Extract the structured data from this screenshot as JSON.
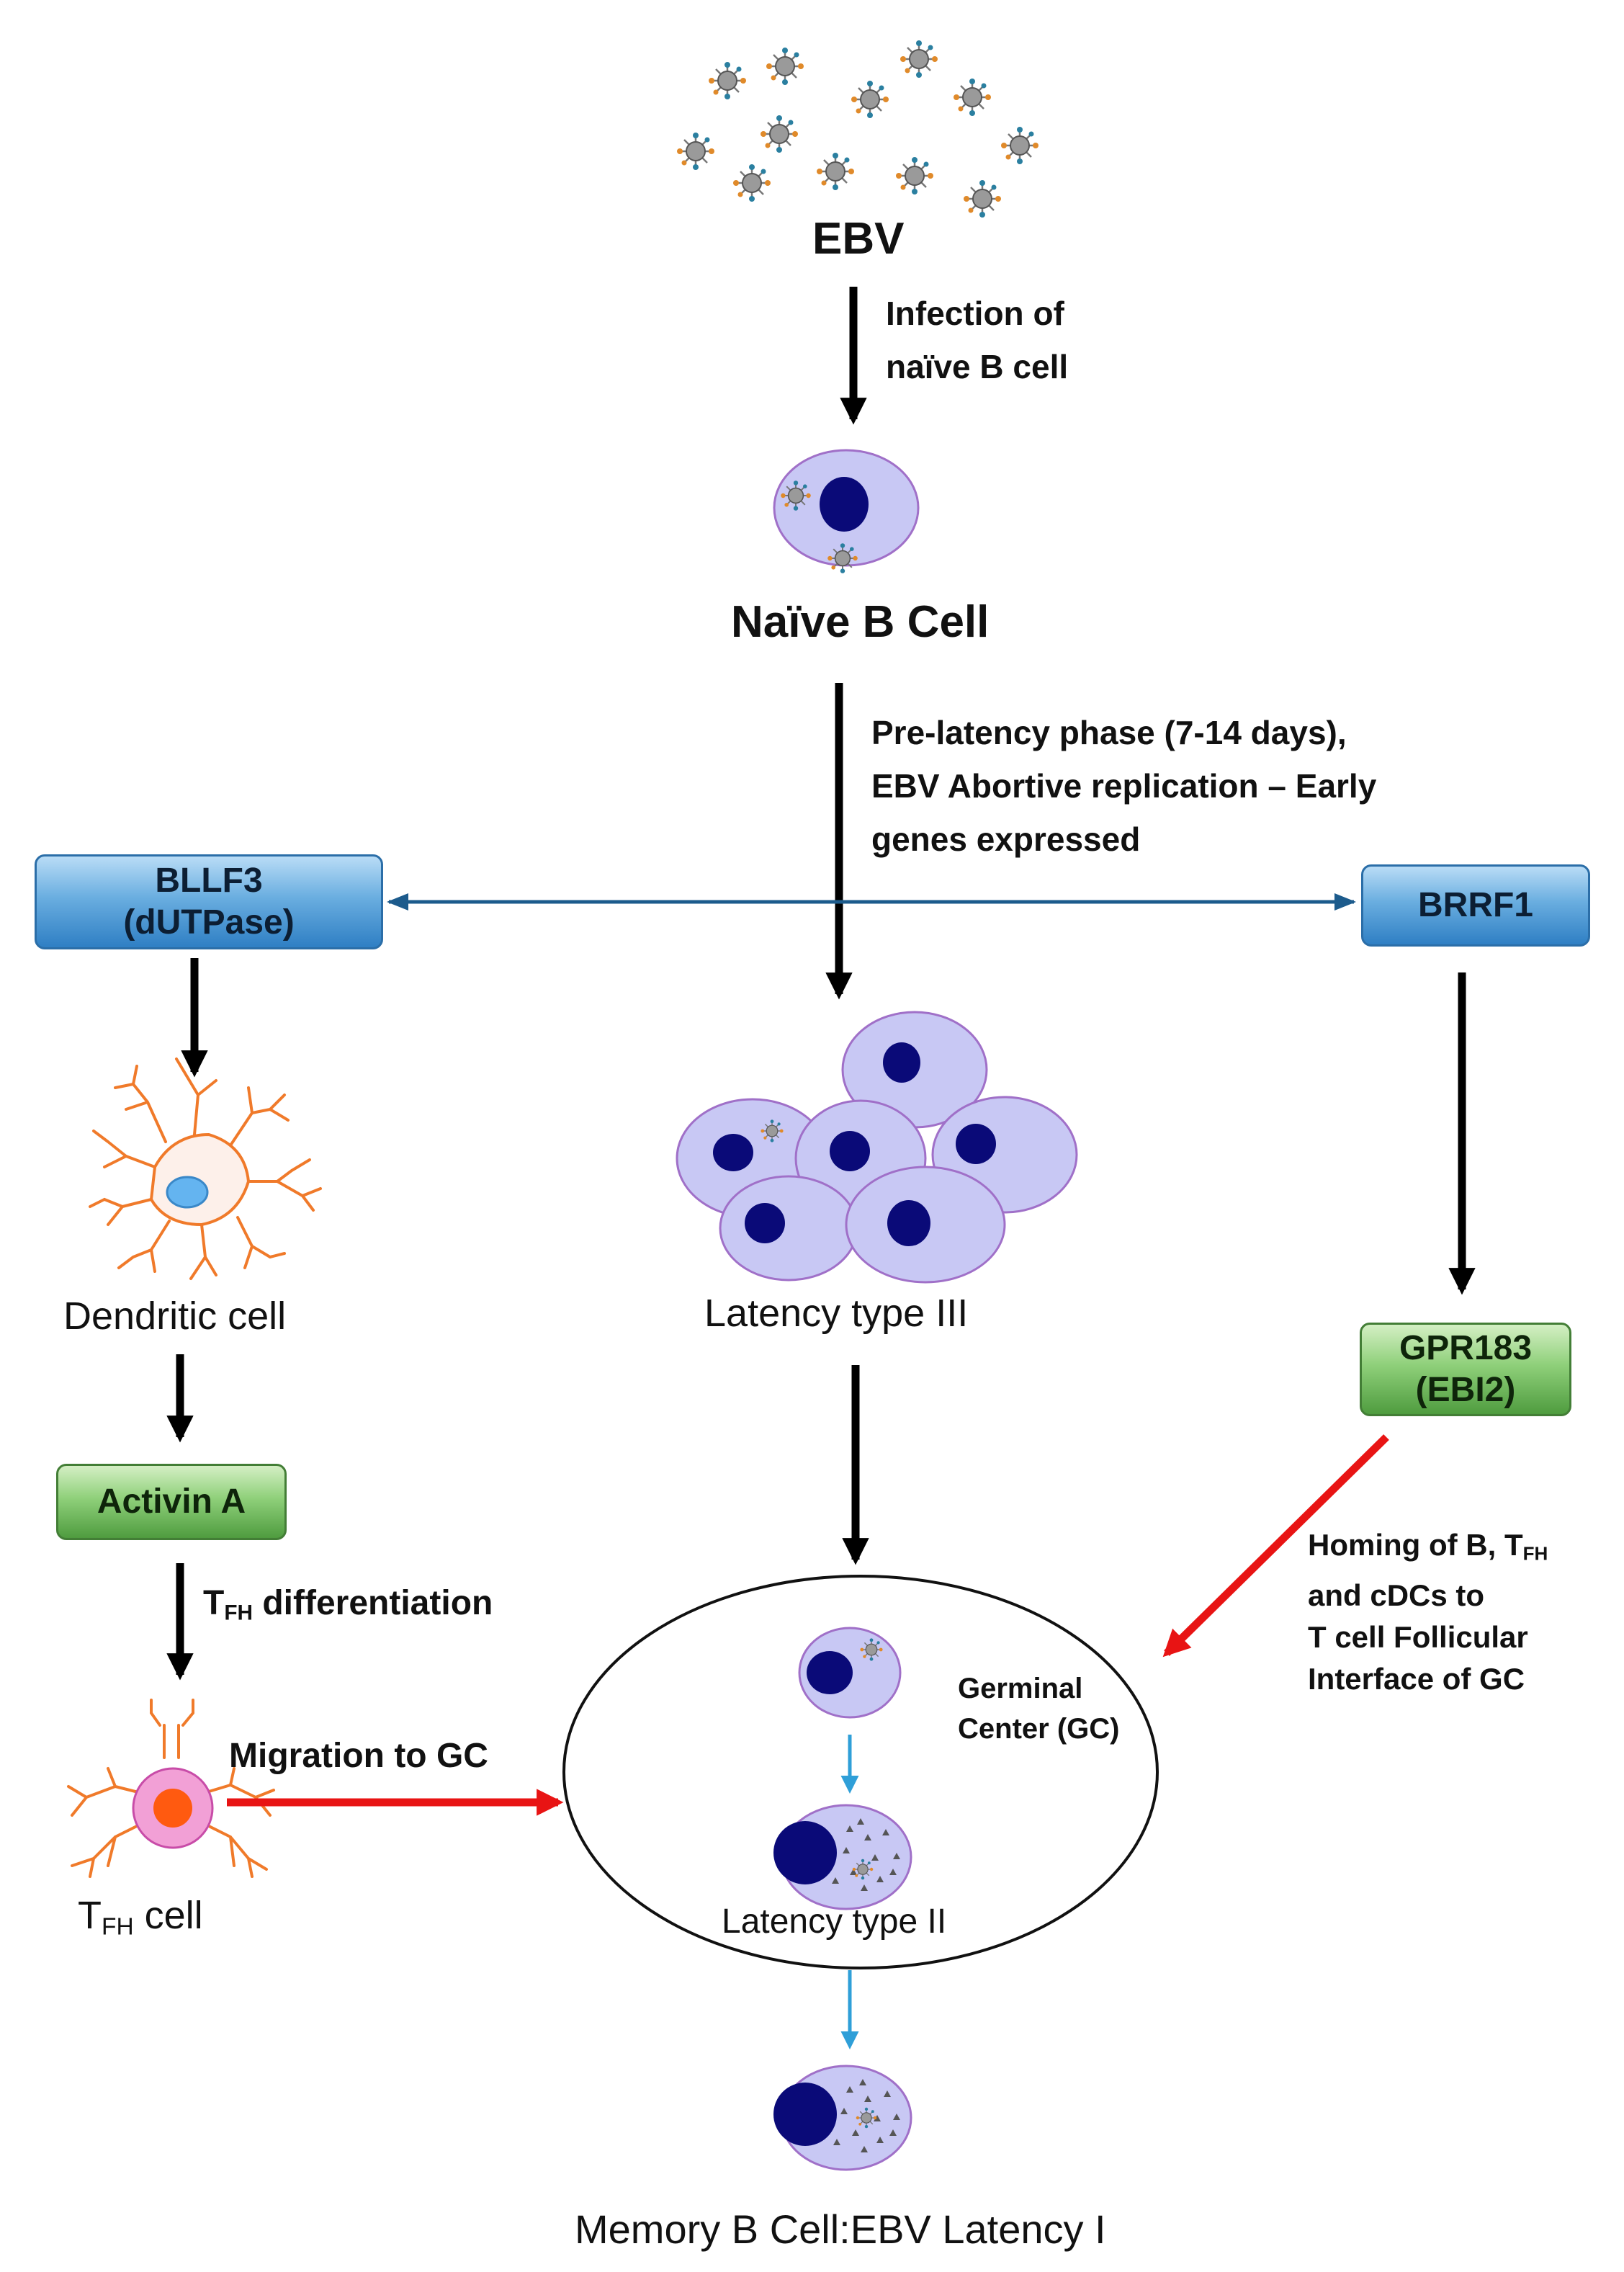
{
  "ebv": {
    "title": "EBV"
  },
  "infection": {
    "line1": "Infection of",
    "line2": "naïve B cell"
  },
  "naive_b_cell": {
    "title": "Naïve B Cell"
  },
  "pre_latency": {
    "line1": "Pre-latency phase (7-14 days),",
    "line2": "EBV Abortive replication – Early",
    "line3": "genes expressed"
  },
  "bllf3": {
    "line1": "BLLF3",
    "line2": "(dUTPase)"
  },
  "brrf1": {
    "label": "BRRF1"
  },
  "dendritic_cell": {
    "label": "Dendritic cell"
  },
  "latency_iii": {
    "label": "Latency type III"
  },
  "gpr183": {
    "line1": "GPR183",
    "line2": "(EBI2)"
  },
  "activin": {
    "label": "Activin A"
  },
  "tfh_diff": {
    "t": "T",
    "sub": "FH",
    "rest": " differentiation"
  },
  "homing": {
    "line1_a": "Homing of B, T",
    "line1_sub": "FH",
    "line2": "and cDCs to",
    "line3": "T cell Follicular",
    "line4": "Interface of GC"
  },
  "germinal_center": {
    "line1": "Germinal",
    "line2": "Center (GC)"
  },
  "migration": {
    "label": "Migration to GC"
  },
  "tfh_cell": {
    "t": "T",
    "sub": "FH",
    "rest": " cell"
  },
  "latency_ii": {
    "label": "Latency type II"
  },
  "memory": {
    "label": "Memory B Cell:EBV Latency I"
  },
  "colors": {
    "cell_fill": "#c8c8f4",
    "cell_border": "#a070c8",
    "nucleus": "#0a0a78",
    "black_arrow": "#000000",
    "red_arrow": "#e81414",
    "blue_arrow": "#2f9fd8",
    "double_arrow": "#1c5b8c",
    "dendrite": "#f07a2a"
  }
}
